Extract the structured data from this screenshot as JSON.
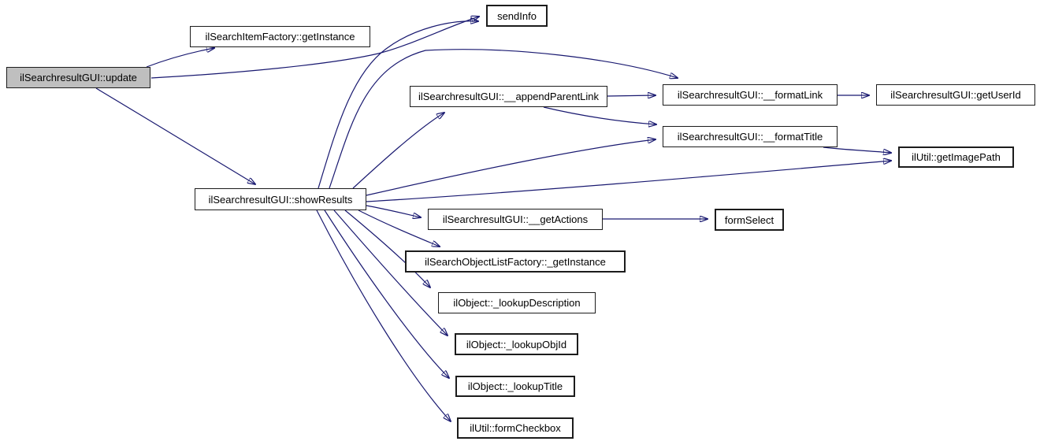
{
  "diagram": {
    "type": "call-graph",
    "edge_color": "#191970",
    "root_fill_color": "#bfbfbf",
    "node_fill_color": "#ffffff",
    "nodes": [
      {
        "id": "update",
        "label": "ilSearchresultGUI::update"
      },
      {
        "id": "item-factory-get-instance",
        "label": "ilSearchItemFactory::getInstance"
      },
      {
        "id": "send-info",
        "label": "sendInfo"
      },
      {
        "id": "append-parent-link",
        "label": "ilSearchresultGUI::__appendParentLink"
      },
      {
        "id": "format-link",
        "label": "ilSearchresultGUI::__formatLink"
      },
      {
        "id": "get-user-id",
        "label": "ilSearchresultGUI::getUserId"
      },
      {
        "id": "format-title",
        "label": "ilSearchresultGUI::__formatTitle"
      },
      {
        "id": "get-image-path",
        "label": "ilUtil::getImagePath"
      },
      {
        "id": "show-results",
        "label": "ilSearchresultGUI::showResults"
      },
      {
        "id": "get-actions",
        "label": "ilSearchresultGUI::__getActions"
      },
      {
        "id": "form-select",
        "label": "formSelect"
      },
      {
        "id": "object-list-factory-get-instance",
        "label": "ilSearchObjectListFactory::_getInstance"
      },
      {
        "id": "lookup-description",
        "label": "ilObject::_lookupDescription"
      },
      {
        "id": "lookup-obj-id",
        "label": "ilObject::_lookupObjId"
      },
      {
        "id": "lookup-title",
        "label": "ilObject::_lookupTitle"
      },
      {
        "id": "form-checkbox",
        "label": "ilUtil::formCheckbox"
      }
    ],
    "edges": [
      {
        "from": "update",
        "to": "item-factory-get-instance"
      },
      {
        "from": "update",
        "to": "send-info"
      },
      {
        "from": "update",
        "to": "show-results"
      },
      {
        "from": "show-results",
        "to": "send-info"
      },
      {
        "from": "show-results",
        "to": "format-link"
      },
      {
        "from": "show-results",
        "to": "append-parent-link"
      },
      {
        "from": "show-results",
        "to": "format-title"
      },
      {
        "from": "show-results",
        "to": "get-image-path"
      },
      {
        "from": "show-results",
        "to": "get-actions"
      },
      {
        "from": "show-results",
        "to": "object-list-factory-get-instance"
      },
      {
        "from": "show-results",
        "to": "lookup-description"
      },
      {
        "from": "show-results",
        "to": "lookup-obj-id"
      },
      {
        "from": "show-results",
        "to": "lookup-title"
      },
      {
        "from": "show-results",
        "to": "form-checkbox"
      },
      {
        "from": "append-parent-link",
        "to": "format-link"
      },
      {
        "from": "append-parent-link",
        "to": "format-title"
      },
      {
        "from": "format-link",
        "to": "get-user-id"
      },
      {
        "from": "format-title",
        "to": "get-image-path"
      },
      {
        "from": "get-actions",
        "to": "form-select"
      }
    ]
  }
}
